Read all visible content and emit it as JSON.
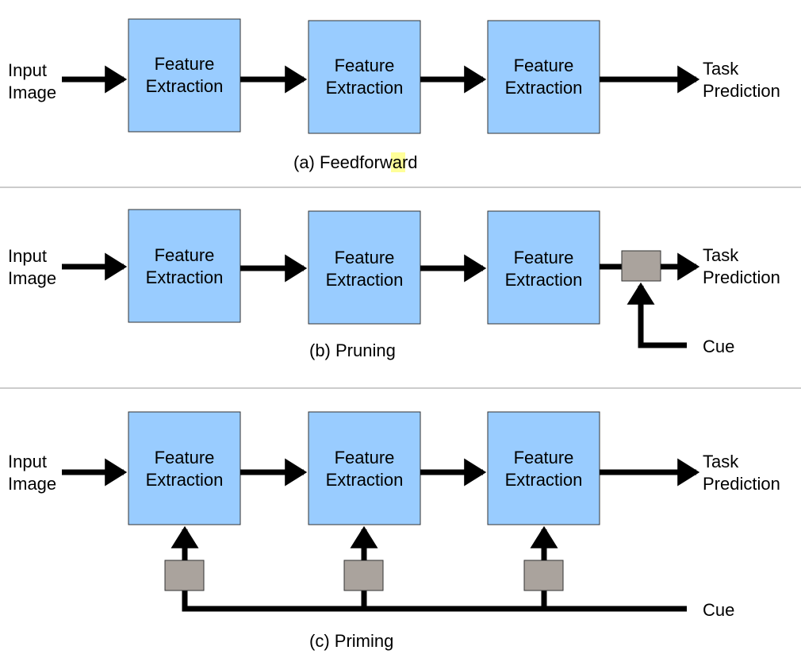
{
  "panels": {
    "a": {
      "input_line1": "Input",
      "input_line2": "Image",
      "box1_line1": "Feature",
      "box1_line2": "Extraction",
      "box2_line1": "Feature",
      "box2_line2": "Extraction",
      "box3_line1": "Feature",
      "box3_line2": "Extraction",
      "output_line1": "Task",
      "output_line2": "Prediction",
      "caption_pre": "(a) Feedfor",
      "caption_highlight": "w",
      "caption_post": "ard"
    },
    "b": {
      "input_line1": "Input",
      "input_line2": "Image",
      "box1_line1": "Feature",
      "box1_line2": "Extraction",
      "box2_line1": "Feature",
      "box2_line2": "Extraction",
      "box3_line1": "Feature",
      "box3_line2": "Extraction",
      "output_line1": "Task",
      "output_line2": "Prediction",
      "cue_label": "Cue",
      "caption": "(b) Pruning"
    },
    "c": {
      "input_line1": "Input",
      "input_line2": "Image",
      "box1_line1": "Feature",
      "box1_line2": "Extraction",
      "box2_line1": "Feature",
      "box2_line2": "Extraction",
      "box3_line1": "Feature",
      "box3_line2": "Extraction",
      "output_line1": "Task",
      "output_line2": "Prediction",
      "cue_label": "Cue",
      "caption": "(c) Priming"
    }
  },
  "colors": {
    "box_fill": "#99ccff",
    "gate_fill": "#aaa39d",
    "arrow": "#000000",
    "highlight": "#ffff99"
  }
}
